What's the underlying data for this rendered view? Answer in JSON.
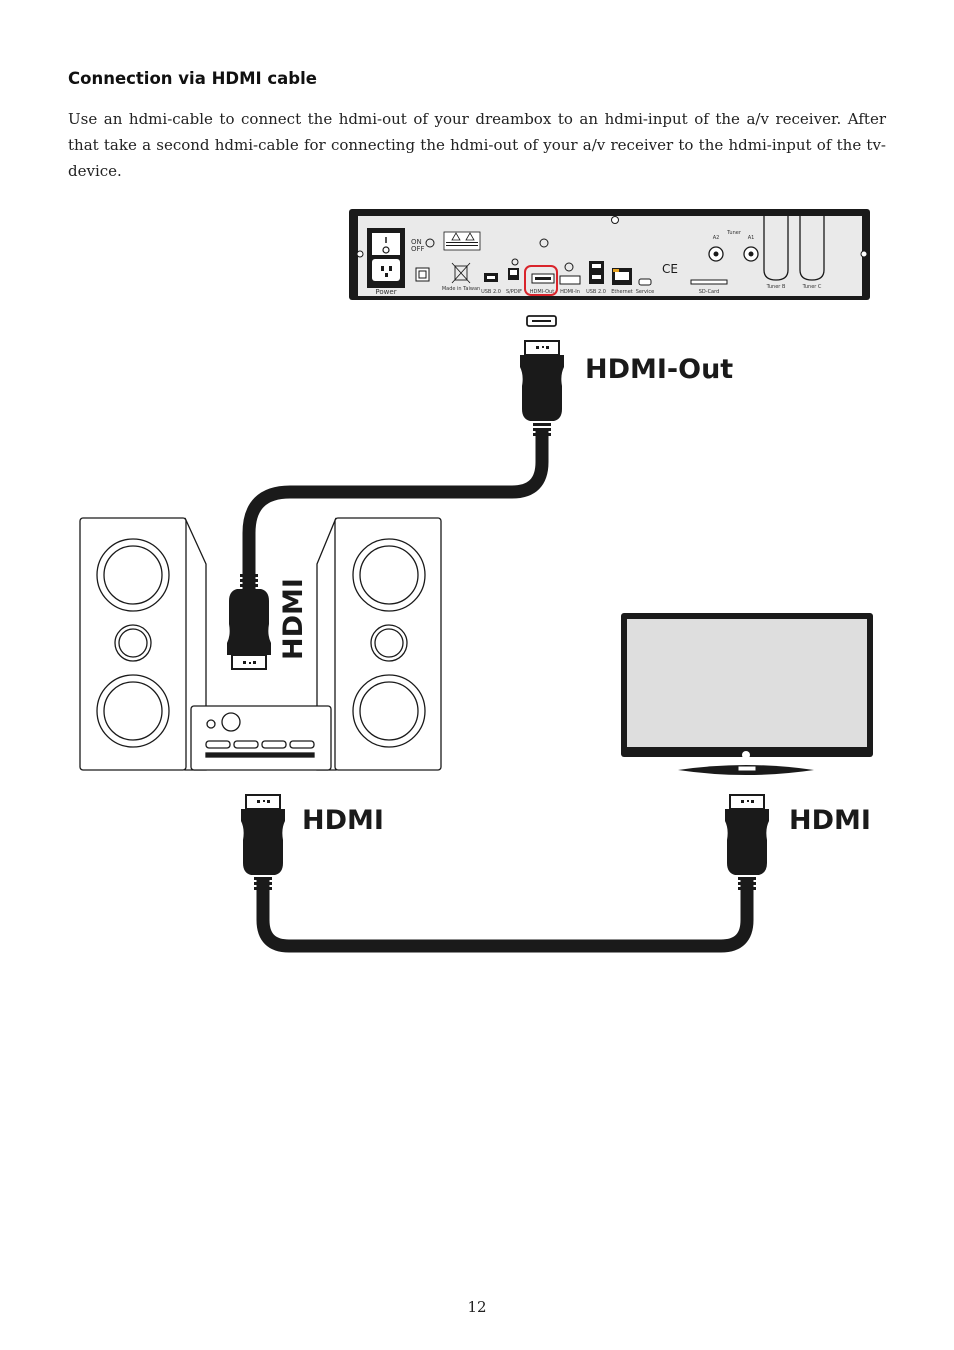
{
  "section": {
    "heading": "Connection via HDMI cable",
    "body": "Use an hdmi-cable to connect the hdmi-out of your dreambox to an hdmi-input of the a/v receiver. After that take a second hdmi-cable for connecting the hdmi-out of your a/v receiver to the hdmi-input of the tv-device."
  },
  "diagram": {
    "labels": {
      "hdmi_out": "HDMI-Out",
      "hdmi_receiver_top": "HDMI",
      "hdmi_receiver_bottom": "HDMI",
      "hdmi_tv": "HDMI"
    },
    "rear_panel": {
      "power": "Power",
      "on": "ON",
      "off": "OFF",
      "made_in": "Made in Taiwan",
      "usb_left": "USB 2.0",
      "spdif": "S/PDIF",
      "hdmi_out_port": "HDMI-Out",
      "hdmi_in_port": "HDMI-In",
      "usb_right": "USB 2.0",
      "ethernet": "Ethernet",
      "service": "Service",
      "sd_card": "SD-Card",
      "tuner_b": "Tuner B",
      "tuner_c": "Tuner C",
      "tuner": "Tuner",
      "a2": "A2",
      "a1": "A1",
      "ce": "CE"
    },
    "accent_color": "#d9242b"
  },
  "page_number": "12"
}
